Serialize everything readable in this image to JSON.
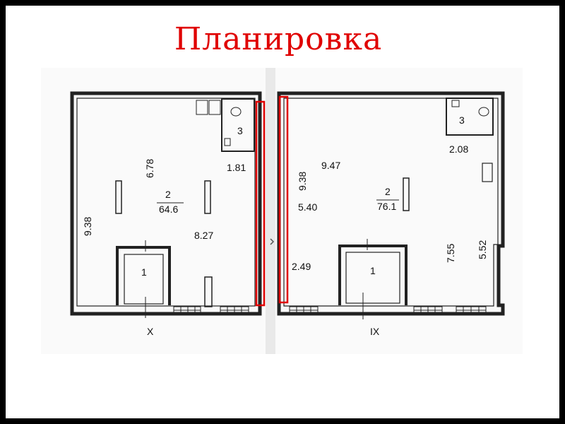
{
  "title": "Планировка",
  "colors": {
    "frame": "#000000",
    "title": "#e00000",
    "highlight": "#e00000",
    "walls": "#222222",
    "paper": "#fafafa"
  },
  "plans": [
    {
      "section_label": "X",
      "rooms": [
        {
          "number": "1"
        },
        {
          "number": "2",
          "area": "64.6"
        },
        {
          "number": "3"
        }
      ],
      "dimensions": [
        "6.78",
        "1.81",
        "9.38",
        "8.27"
      ]
    },
    {
      "section_label": "IX",
      "rooms": [
        {
          "number": "1"
        },
        {
          "number": "2",
          "area": "76.1"
        },
        {
          "number": "3"
        }
      ],
      "dimensions": [
        "9.47",
        "2.08",
        "9.38",
        "5.40",
        "2.49",
        "7.55",
        "5.52"
      ]
    }
  ]
}
